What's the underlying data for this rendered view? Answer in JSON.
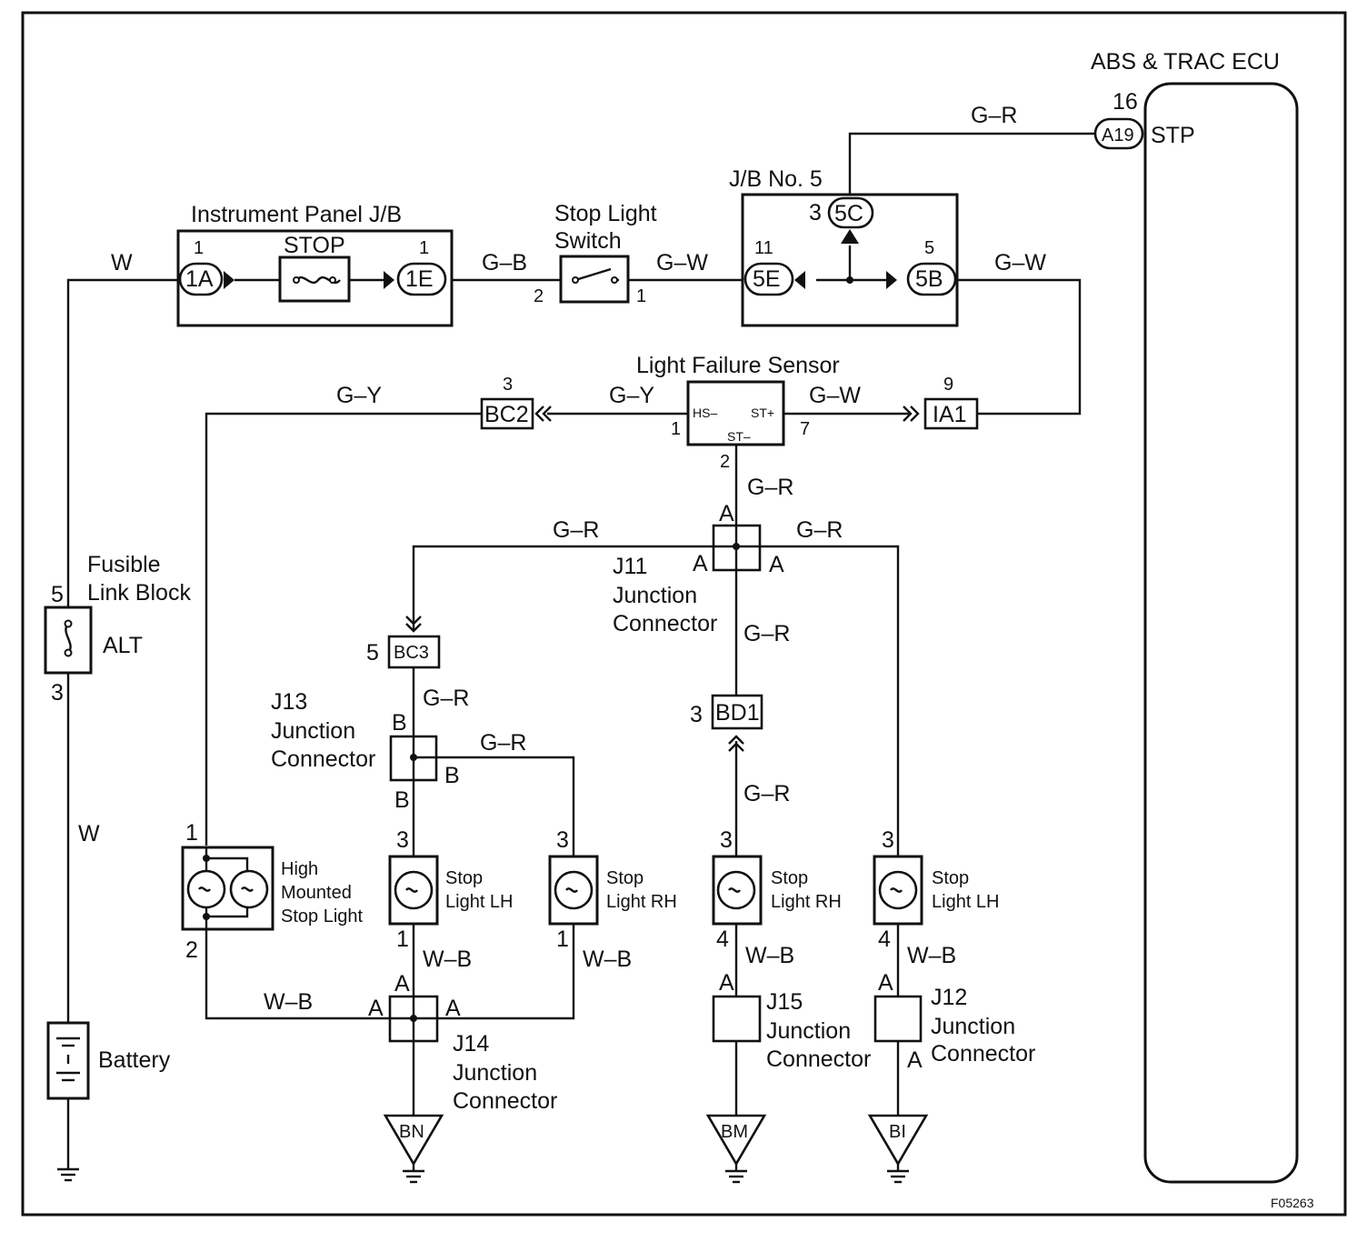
{
  "figure_code": "F05263",
  "ecu": {
    "title": "ABS & TRAC ECU",
    "pin": "16",
    "connector": "A19",
    "terminal": "STP",
    "wire": "G–R"
  },
  "ip_jb": {
    "title": "Instrument Panel J/B",
    "fuse": "STOP",
    "left_pin": "1",
    "left_conn": "1A",
    "right_pin": "1",
    "right_conn": "1E",
    "wire_in": "W"
  },
  "stop_switch": {
    "title_line1": "Stop Light",
    "title_line2": "Switch",
    "pin_in": "2",
    "pin_out": "1",
    "wire_in": "G–B",
    "wire_out": "G–W"
  },
  "jb5": {
    "title": "J/B No. 5",
    "top_pin": "3",
    "top_conn": "5C",
    "left_pin": "11",
    "left_conn": "5E",
    "right_pin": "5",
    "right_conn": "5B",
    "wire_out": "G–W"
  },
  "lfs": {
    "title": "Light Failure Sensor",
    "hs": "HS–",
    "st_plus": "ST+",
    "st_minus": "ST–",
    "pin_hs": "1",
    "pin_st_plus": "7",
    "pin_st_minus": "2",
    "wire_hs": "G–Y",
    "wire_st_plus": "G–W",
    "wire_st_minus": "G–R"
  },
  "bc2": {
    "label": "BC2",
    "pin": "3",
    "wire": "G–Y"
  },
  "ia1": {
    "label": "IA1",
    "pin": "9"
  },
  "fusible": {
    "line1": "Fusible",
    "line2": "Link Block",
    "fuse": "ALT",
    "pin_top": "5",
    "pin_bottom": "3",
    "wire": "W"
  },
  "battery": {
    "label": "Battery"
  },
  "j11": {
    "line1": "J11",
    "line2": "Junction",
    "line3": "Connector",
    "pin_top": "A",
    "pin_left": "A",
    "pin_right": "A",
    "wire_left": "G–R",
    "wire_right": "G–R",
    "wire_down": "G–R"
  },
  "bc3": {
    "label": "BC3",
    "pin": "5",
    "wire": "G–R"
  },
  "j13": {
    "line1": "J13",
    "line2": "Junction",
    "line3": "Connector",
    "pin_top": "B",
    "pin_right": "B",
    "pin_bottom": "B",
    "wire_right": "G–R"
  },
  "bd1": {
    "label": "BD1",
    "pin": "3",
    "wire": "G–R"
  },
  "hmsl": {
    "line1": "High",
    "line2": "Mounted",
    "line3": "Stop Light",
    "pin_top": "1",
    "pin_bottom": "2"
  },
  "stop_lh_1": {
    "line1": "Stop",
    "line2": "Light LH",
    "pin_top": "3",
    "pin_bottom": "1",
    "wire": "W–B"
  },
  "stop_rh_1": {
    "line1": "Stop",
    "line2": "Light RH",
    "pin_top": "3",
    "pin_bottom": "1",
    "wire": "W–B"
  },
  "stop_rh_2": {
    "line1": "Stop",
    "line2": "Light RH",
    "pin_top": "3",
    "pin_bottom": "4",
    "wire": "W–B"
  },
  "stop_lh_2": {
    "line1": "Stop",
    "line2": "Light LH",
    "pin_top": "3",
    "pin_bottom": "4",
    "wire": "W–B"
  },
  "j14": {
    "line1": "J14",
    "line2": "Junction",
    "line3": "Connector",
    "pin_top": "A",
    "pin_left": "A",
    "pin_right": "A",
    "wire_left": "W–B"
  },
  "j15": {
    "line1": "J15",
    "line2": "Junction",
    "line3": "Connector",
    "pin_top": "A"
  },
  "j12": {
    "line1": "J12",
    "line2": "Junction",
    "line3": "Connector",
    "pin_top": "A",
    "pin_bottom": "A"
  },
  "grounds": {
    "bn": "BN",
    "bm": "BM",
    "bi": "BI"
  }
}
